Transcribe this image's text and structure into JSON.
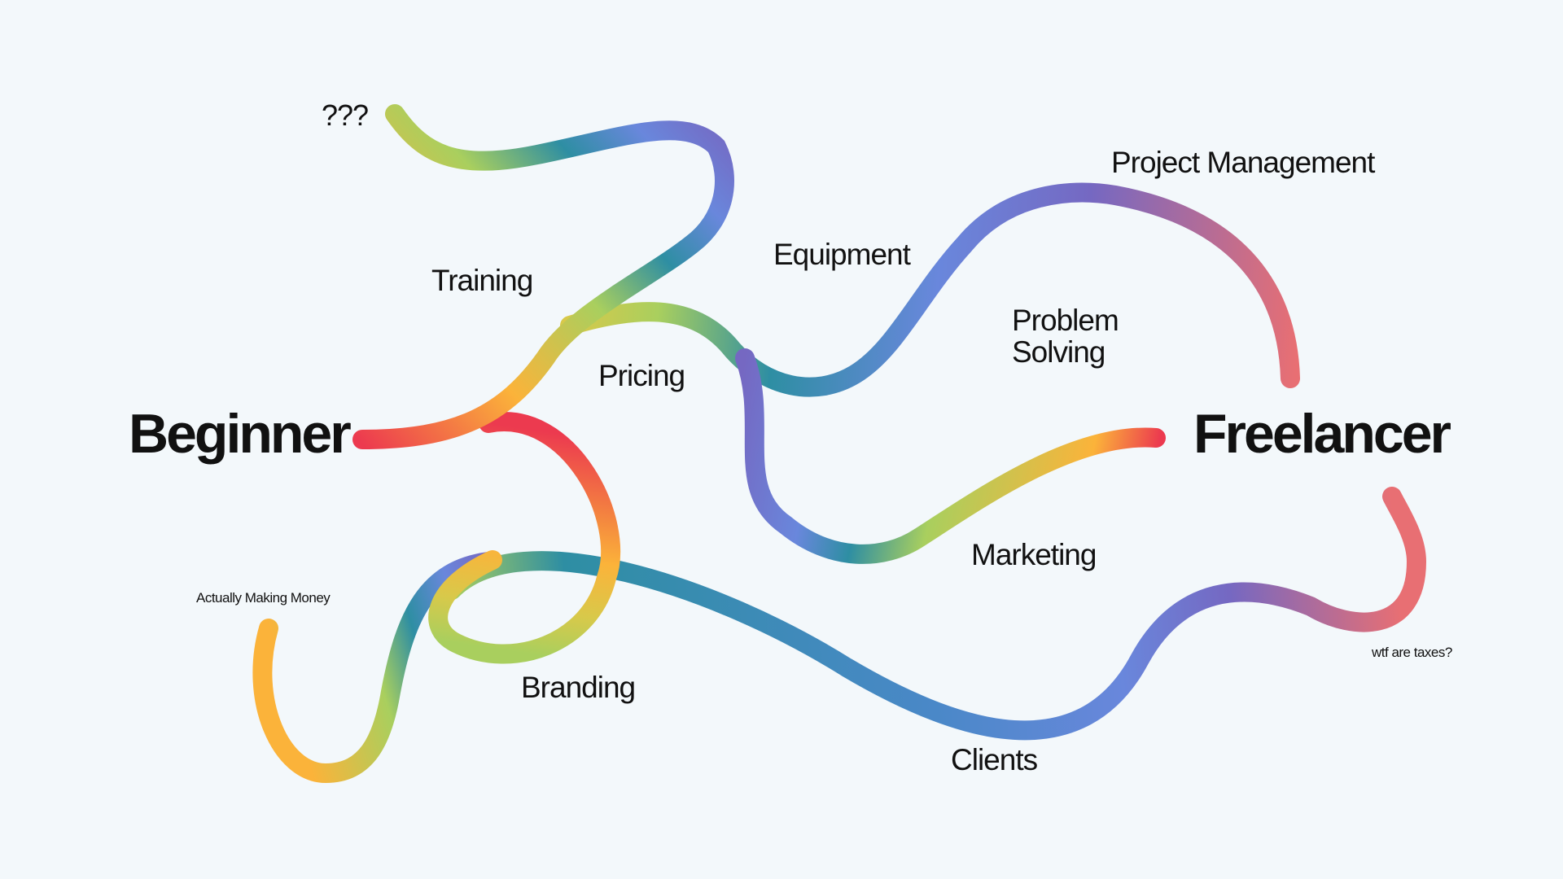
{
  "diagram": {
    "start_label": "Beginner",
    "end_label": "Freelancer",
    "topics": {
      "question_marks": "???",
      "training": "Training",
      "pricing": "Pricing",
      "equipment": "Equipment",
      "project_management": "Project Management",
      "problem_solving_line1": "Problem",
      "problem_solving_line2": "Solving",
      "marketing": "Marketing",
      "branding": "Branding",
      "clients": "Clients",
      "actually_making_money": "Actually Making Money",
      "taxes": "wtf are taxes?"
    },
    "colors": {
      "background": "#f3f8fb",
      "text": "#111111",
      "red": "#ec3a4f",
      "orange": "#f4873f",
      "amber": "#fbb33a",
      "yellow_green": "#a9cf5e",
      "teal": "#2e8ea3",
      "blue": "#6987dc",
      "purple": "#7568c2",
      "mauve": "#c9677e",
      "coral": "#e86f73"
    }
  }
}
